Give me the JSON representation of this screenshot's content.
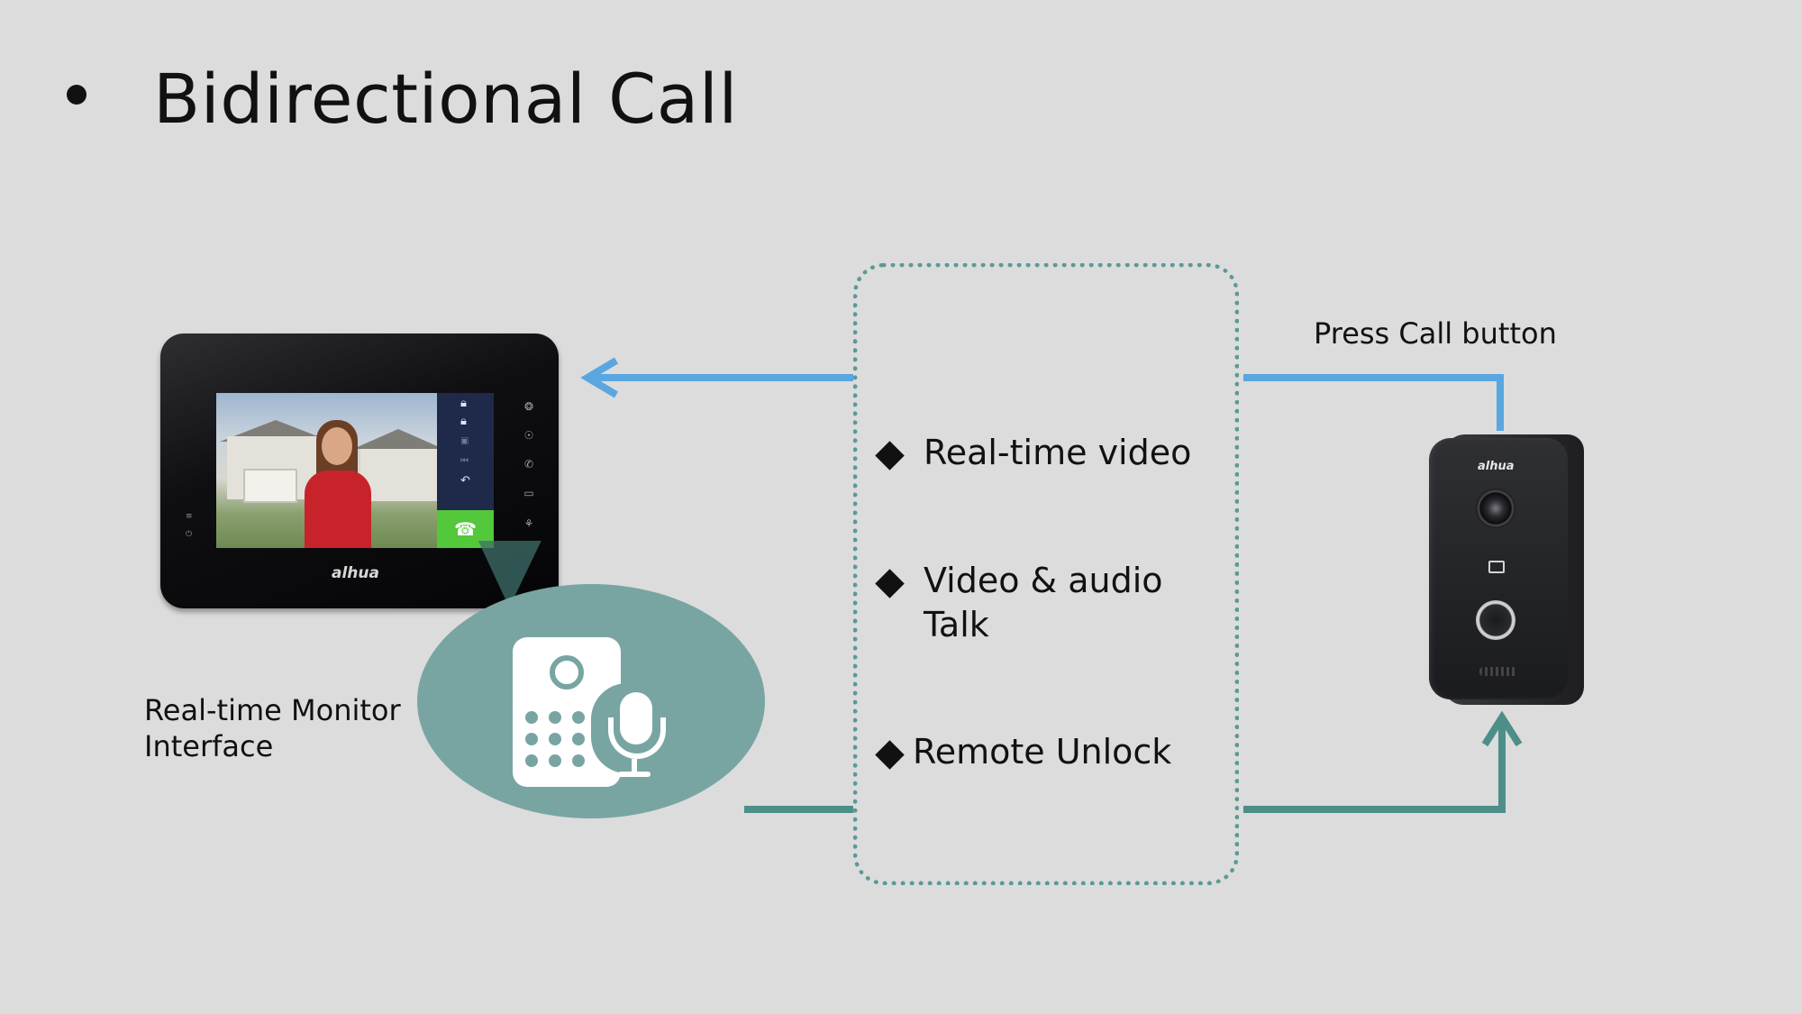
{
  "slide": {
    "title": "Bidirectional Call"
  },
  "features": [
    {
      "text": "Real-time video"
    },
    {
      "text": "Video    &    audio\nTalk"
    },
    {
      "text": "Remote Unlock"
    }
  ],
  "labels": {
    "press_call": "Press Call button",
    "monitor": "Real-time Monitor Interface"
  },
  "devices": {
    "monitor_logo": "alhua",
    "door_station_logo": "alhua"
  },
  "colors": {
    "background": "#dcdcdc",
    "arrow_blue": "#5aa6e0",
    "arrow_teal": "#4e8e89",
    "bubble": "#78a5a2",
    "dashed_border": "#5a9a96"
  },
  "icons": {
    "monitor_screen_menu": [
      "lock-icon",
      "lock-icon",
      "camera-icon",
      "back-icon",
      "call-icon"
    ],
    "monitor_side_buttons": [
      "sos-icon",
      "arm-icon",
      "call-icon",
      "monitor-icon",
      "unlock-icon"
    ],
    "bubble": [
      "intercom-icon",
      "microphone-icon"
    ]
  }
}
